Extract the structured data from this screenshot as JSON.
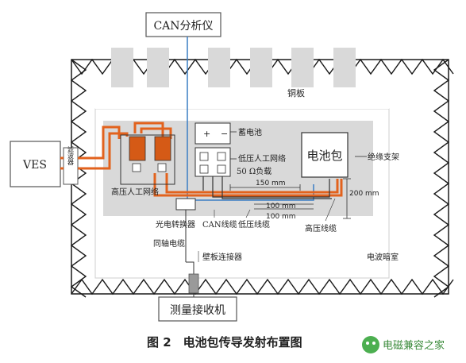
{
  "boxes": {
    "can_analyzer": "CAN分析仪",
    "ves": "VES",
    "filter": "滤波器",
    "battery_pack": "电池包",
    "receiver": "测量接收机"
  },
  "labels": {
    "copper_plate": "铜板",
    "storage_battery": "蓄电池",
    "plus": "+",
    "minus": "−",
    "lv_network": "低压人工网络",
    "load": "50 Ω负载",
    "insulation_support": "绝缘支架",
    "hv_network": "高压人工网络",
    "oe_converter": "光电转换器",
    "can_cable": "CAN线缆",
    "lv_cable": "低压线缆",
    "hv_cable": "高压线缆",
    "dim_150": "150 mm",
    "dim_100a": "100 mm",
    "dim_100b": "100 mm",
    "dim_200": "200 mm",
    "coax": "同轴电缆",
    "bulkhead": "壁板连接器",
    "chamber": "电波暗室"
  },
  "caption": "图 2　电池包传导发射布置图",
  "watermark": "电磁兼容之家",
  "colors": {
    "hv_wire": "#e2621d",
    "lv_wire": "#333333",
    "can_wire": "#3a7ec4",
    "gray_fill": "#d9d9d9",
    "absorber": "#1a1a1a"
  }
}
